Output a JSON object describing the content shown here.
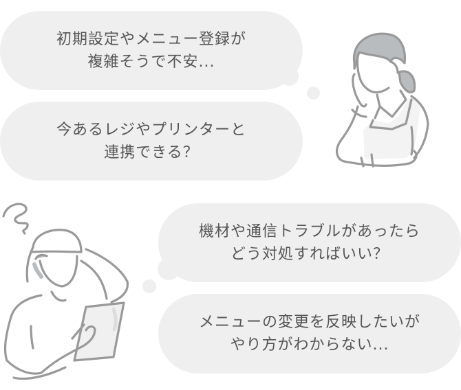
{
  "bubbles": [
    {
      "id": "concern-setup",
      "lines": [
        "初期設定やメニュー登録が",
        "複雑そうで不安..."
      ]
    },
    {
      "id": "concern-integration",
      "lines": [
        "今あるレジやプリンターと",
        "連携できる？"
      ]
    },
    {
      "id": "concern-troubleshooting",
      "lines": [
        "機材や通信トラブルがあったら",
        "どう対処すればいい？"
      ]
    },
    {
      "id": "concern-menu-change",
      "lines": [
        "メニューの変更を反映したいが",
        "やり方がわからない..."
      ]
    }
  ],
  "illustrations": {
    "top_right": "worried-woman-in-apron",
    "bottom_left": "confused-person-with-tablet"
  },
  "colors": {
    "bubble_bg": "#efefef",
    "text": "#555555",
    "line_art": "#999999",
    "hair_fill": "#b9bcbe",
    "apron_fill": "#f3f3f3"
  }
}
